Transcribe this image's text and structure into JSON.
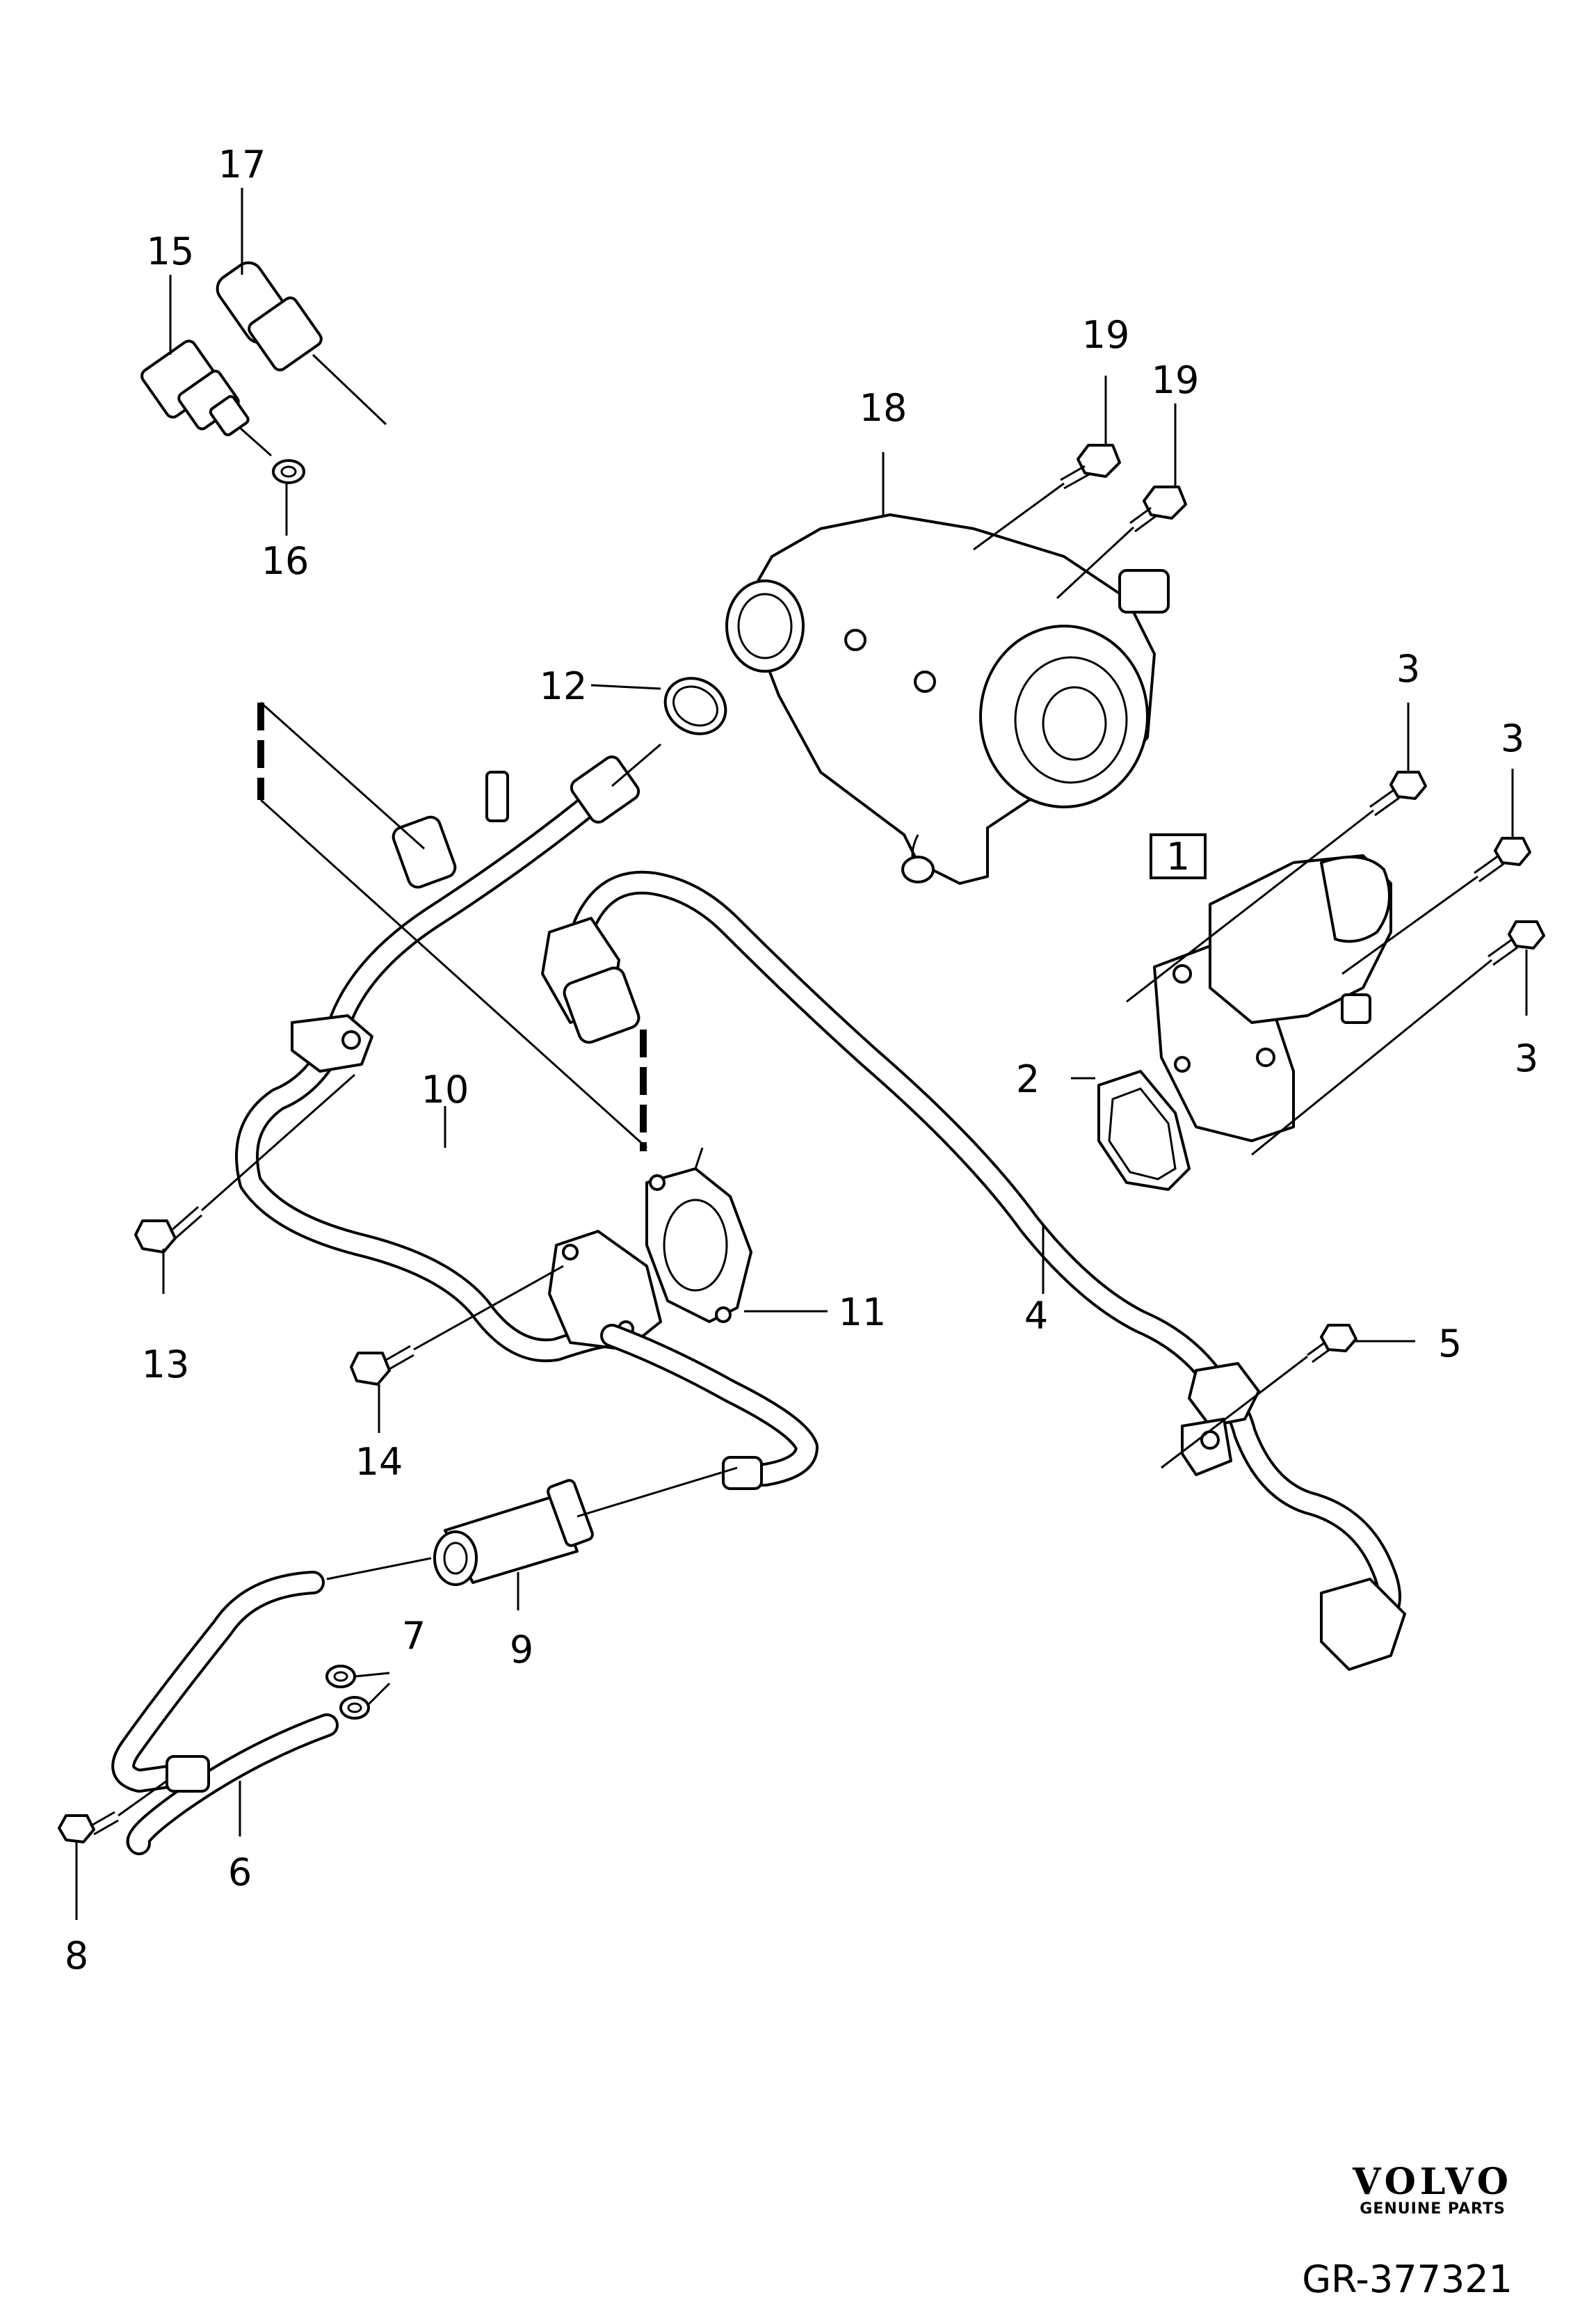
{
  "callouts": {
    "c1": "1",
    "c2": "2",
    "c3a": "3",
    "c3b": "3",
    "c3c": "3",
    "c4": "4",
    "c5": "5",
    "c6": "6",
    "c7": "7",
    "c8": "8",
    "c9": "9",
    "c10": "10",
    "c11": "11",
    "c12": "12",
    "c13": "13",
    "c14": "14",
    "c15": "15",
    "c16": "16",
    "c17": "17",
    "c18": "18",
    "c19a": "19",
    "c19b": "19"
  },
  "brand": {
    "logo": "VOLVO",
    "subtitle": "GENUINE PARTS"
  },
  "reference_code": "GR-377321"
}
